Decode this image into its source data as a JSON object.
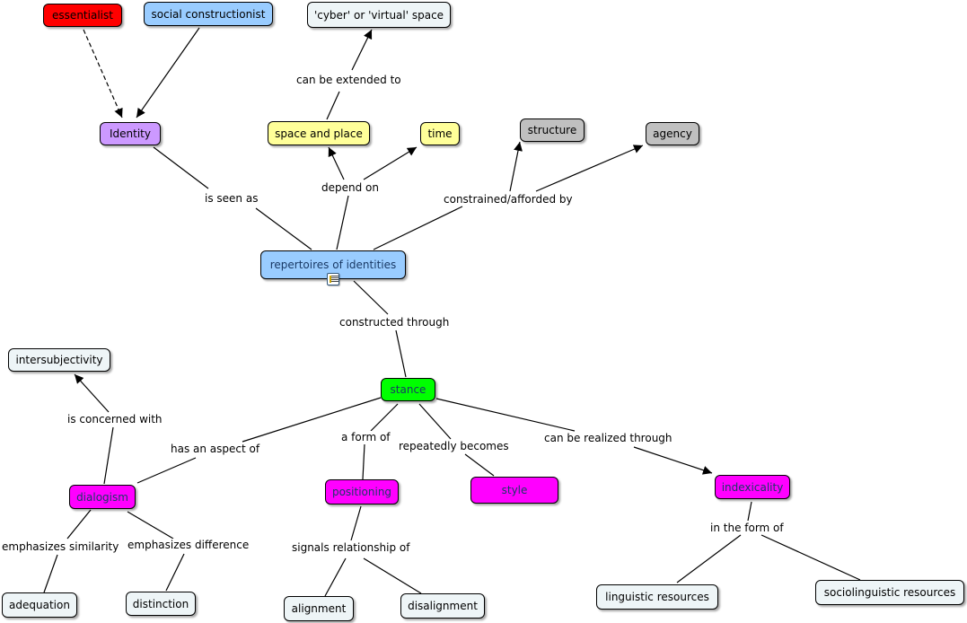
{
  "colors": {
    "red": "#ff0000",
    "blue": "#99ccff",
    "lavender": "#cc99ff",
    "yellow": "#ffff99",
    "gray": "#c0c0c0",
    "green": "#00ff00",
    "magenta": "#ff00ff",
    "pale": "#eef5f7",
    "line": "#000000"
  },
  "concepts": {
    "essentialist": "essentialist",
    "social_constructionist": "social constructionist",
    "cyber_space": "'cyber' or 'virtual' space",
    "identity": "Identity",
    "space_and_place": "space and place",
    "time": "time",
    "structure": "structure",
    "agency": "agency",
    "repertoires": "repertoires of identities",
    "intersubjectivity": "intersubjectivity",
    "stance": "stance",
    "dialogism": "dialogism",
    "positioning": "positioning",
    "style": "style",
    "indexicality": "indexicality",
    "adequation": "adequation",
    "distinction": "distinction",
    "alignment": "alignment",
    "disalignment": "disalignment",
    "linguistic_resources": "linguistic resources",
    "sociolinguistic_resources": "sociolinguistic resources"
  },
  "link_labels": {
    "can_be_extended_to": "can be extended to",
    "is_seen_as": "is seen as",
    "depend_on": "depend on",
    "constrained_afforded_by": "constrained/afforded by",
    "constructed_through": "constructed through",
    "is_concerned_with": "is concerned with",
    "has_an_aspect_of": "has an aspect of",
    "a_form_of": "a form of",
    "repeatedly_becomes": "repeatedly becomes",
    "can_be_realized_through": "can be realized through",
    "emphasizes_similarity": "emphasizes similarity",
    "emphasizes_difference": "emphasizes difference",
    "signals_relationship_of": "signals relationship of",
    "in_the_form_of": "in the form of"
  }
}
